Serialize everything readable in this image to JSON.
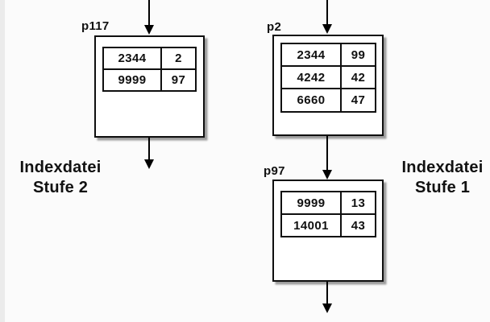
{
  "figure": {
    "type": "index-file-diagram",
    "background": "#fbfbfb",
    "line_color": "#000000",
    "box_fill": "#ffffff"
  },
  "nodes": [
    {
      "label": "p117",
      "rows": [
        {
          "key": "2344",
          "ptr": "2"
        },
        {
          "key": "9999",
          "ptr": "97"
        }
      ]
    },
    {
      "label": "p2",
      "rows": [
        {
          "key": "2344",
          "ptr": "99"
        },
        {
          "key": "4242",
          "ptr": "42"
        },
        {
          "key": "6660",
          "ptr": "47"
        }
      ]
    },
    {
      "label": "p97",
      "rows": [
        {
          "key": "9999",
          "ptr": "13"
        },
        {
          "key": "14001",
          "ptr": "43"
        }
      ]
    }
  ],
  "captions": {
    "left": {
      "line1": "Indexdatei",
      "line2": "Stufe 2"
    },
    "right": {
      "line1": "Indexdatei",
      "line2": "Stufe 1"
    }
  }
}
